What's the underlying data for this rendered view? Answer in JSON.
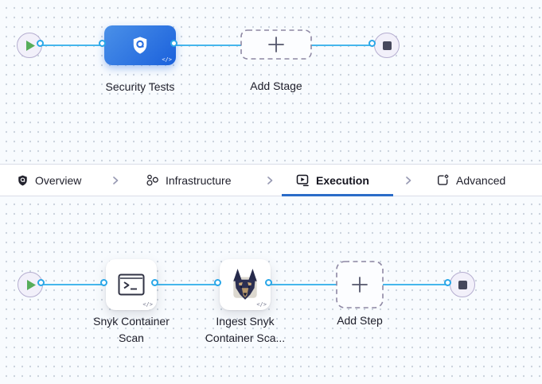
{
  "pipeline_top": {
    "stage": {
      "label": "Security Tests"
    },
    "add_stage_label": "Add Stage"
  },
  "tabs": {
    "overview": "Overview",
    "infrastructure": "Infrastructure",
    "execution": "Execution",
    "advanced": "Advanced",
    "active_tab": "Execution"
  },
  "pipeline_bottom": {
    "steps": [
      {
        "label": "Snyk Container Scan"
      },
      {
        "label": "Ingest Snyk Container Sca..."
      }
    ],
    "add_step_label": "Add Step"
  },
  "icons": {
    "code_badge": "</>"
  },
  "colors": {
    "canvas_background": "#f8fbfe",
    "grid_dot": "#ccd4de",
    "connector_blue": "#45b6ec",
    "stage_gradient_start": "#4a90e8",
    "stage_gradient_end": "#1b61dc",
    "active_tab_underline": "#2a6cc8",
    "play_green": "#57ad5a",
    "stop_slate": "#46485c",
    "dashed_border": "#8e88a4",
    "label_text": "#20202c"
  }
}
